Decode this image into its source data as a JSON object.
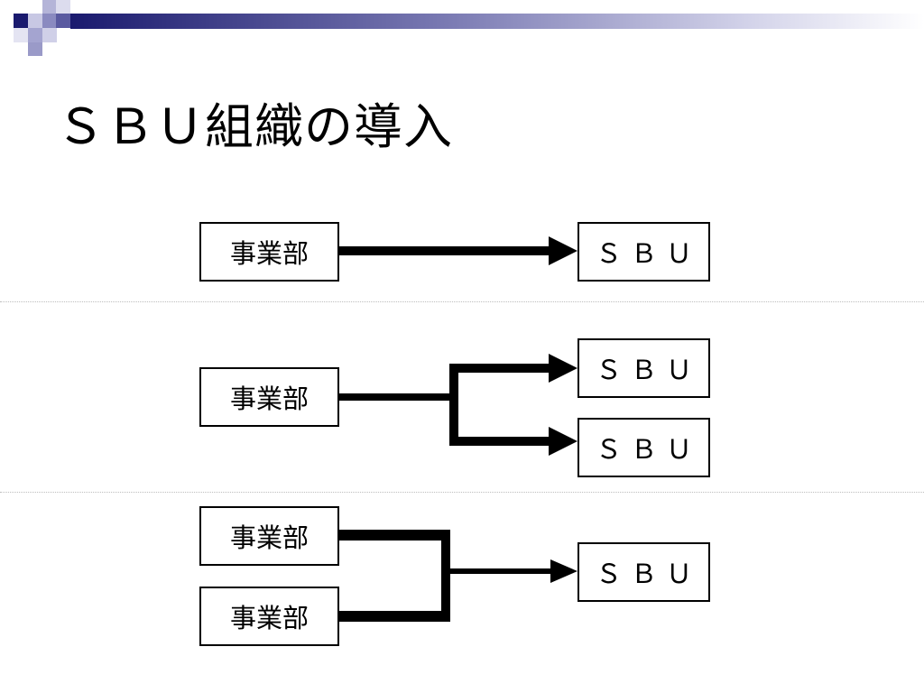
{
  "slide": {
    "title": "ＳＢＵ組織の導入"
  },
  "diagram": {
    "division_label": "事業部",
    "sbu_label": "ＳＢＵ",
    "rows": [
      {
        "name": "one-to-one",
        "divisions": [
          "事業部"
        ],
        "sbus": [
          "ＳＢＵ"
        ]
      },
      {
        "name": "one-to-many",
        "divisions": [
          "事業部"
        ],
        "sbus": [
          "ＳＢＵ",
          "ＳＢＵ"
        ]
      },
      {
        "name": "many-to-one",
        "divisions": [
          "事業部",
          "事業部"
        ],
        "sbus": [
          "ＳＢＵ"
        ]
      }
    ]
  },
  "theme": {
    "accent": "#1a1a6e",
    "accent_light": "#9c9cc8",
    "accent_pale": "#d8d8ec",
    "line": "#000000"
  }
}
